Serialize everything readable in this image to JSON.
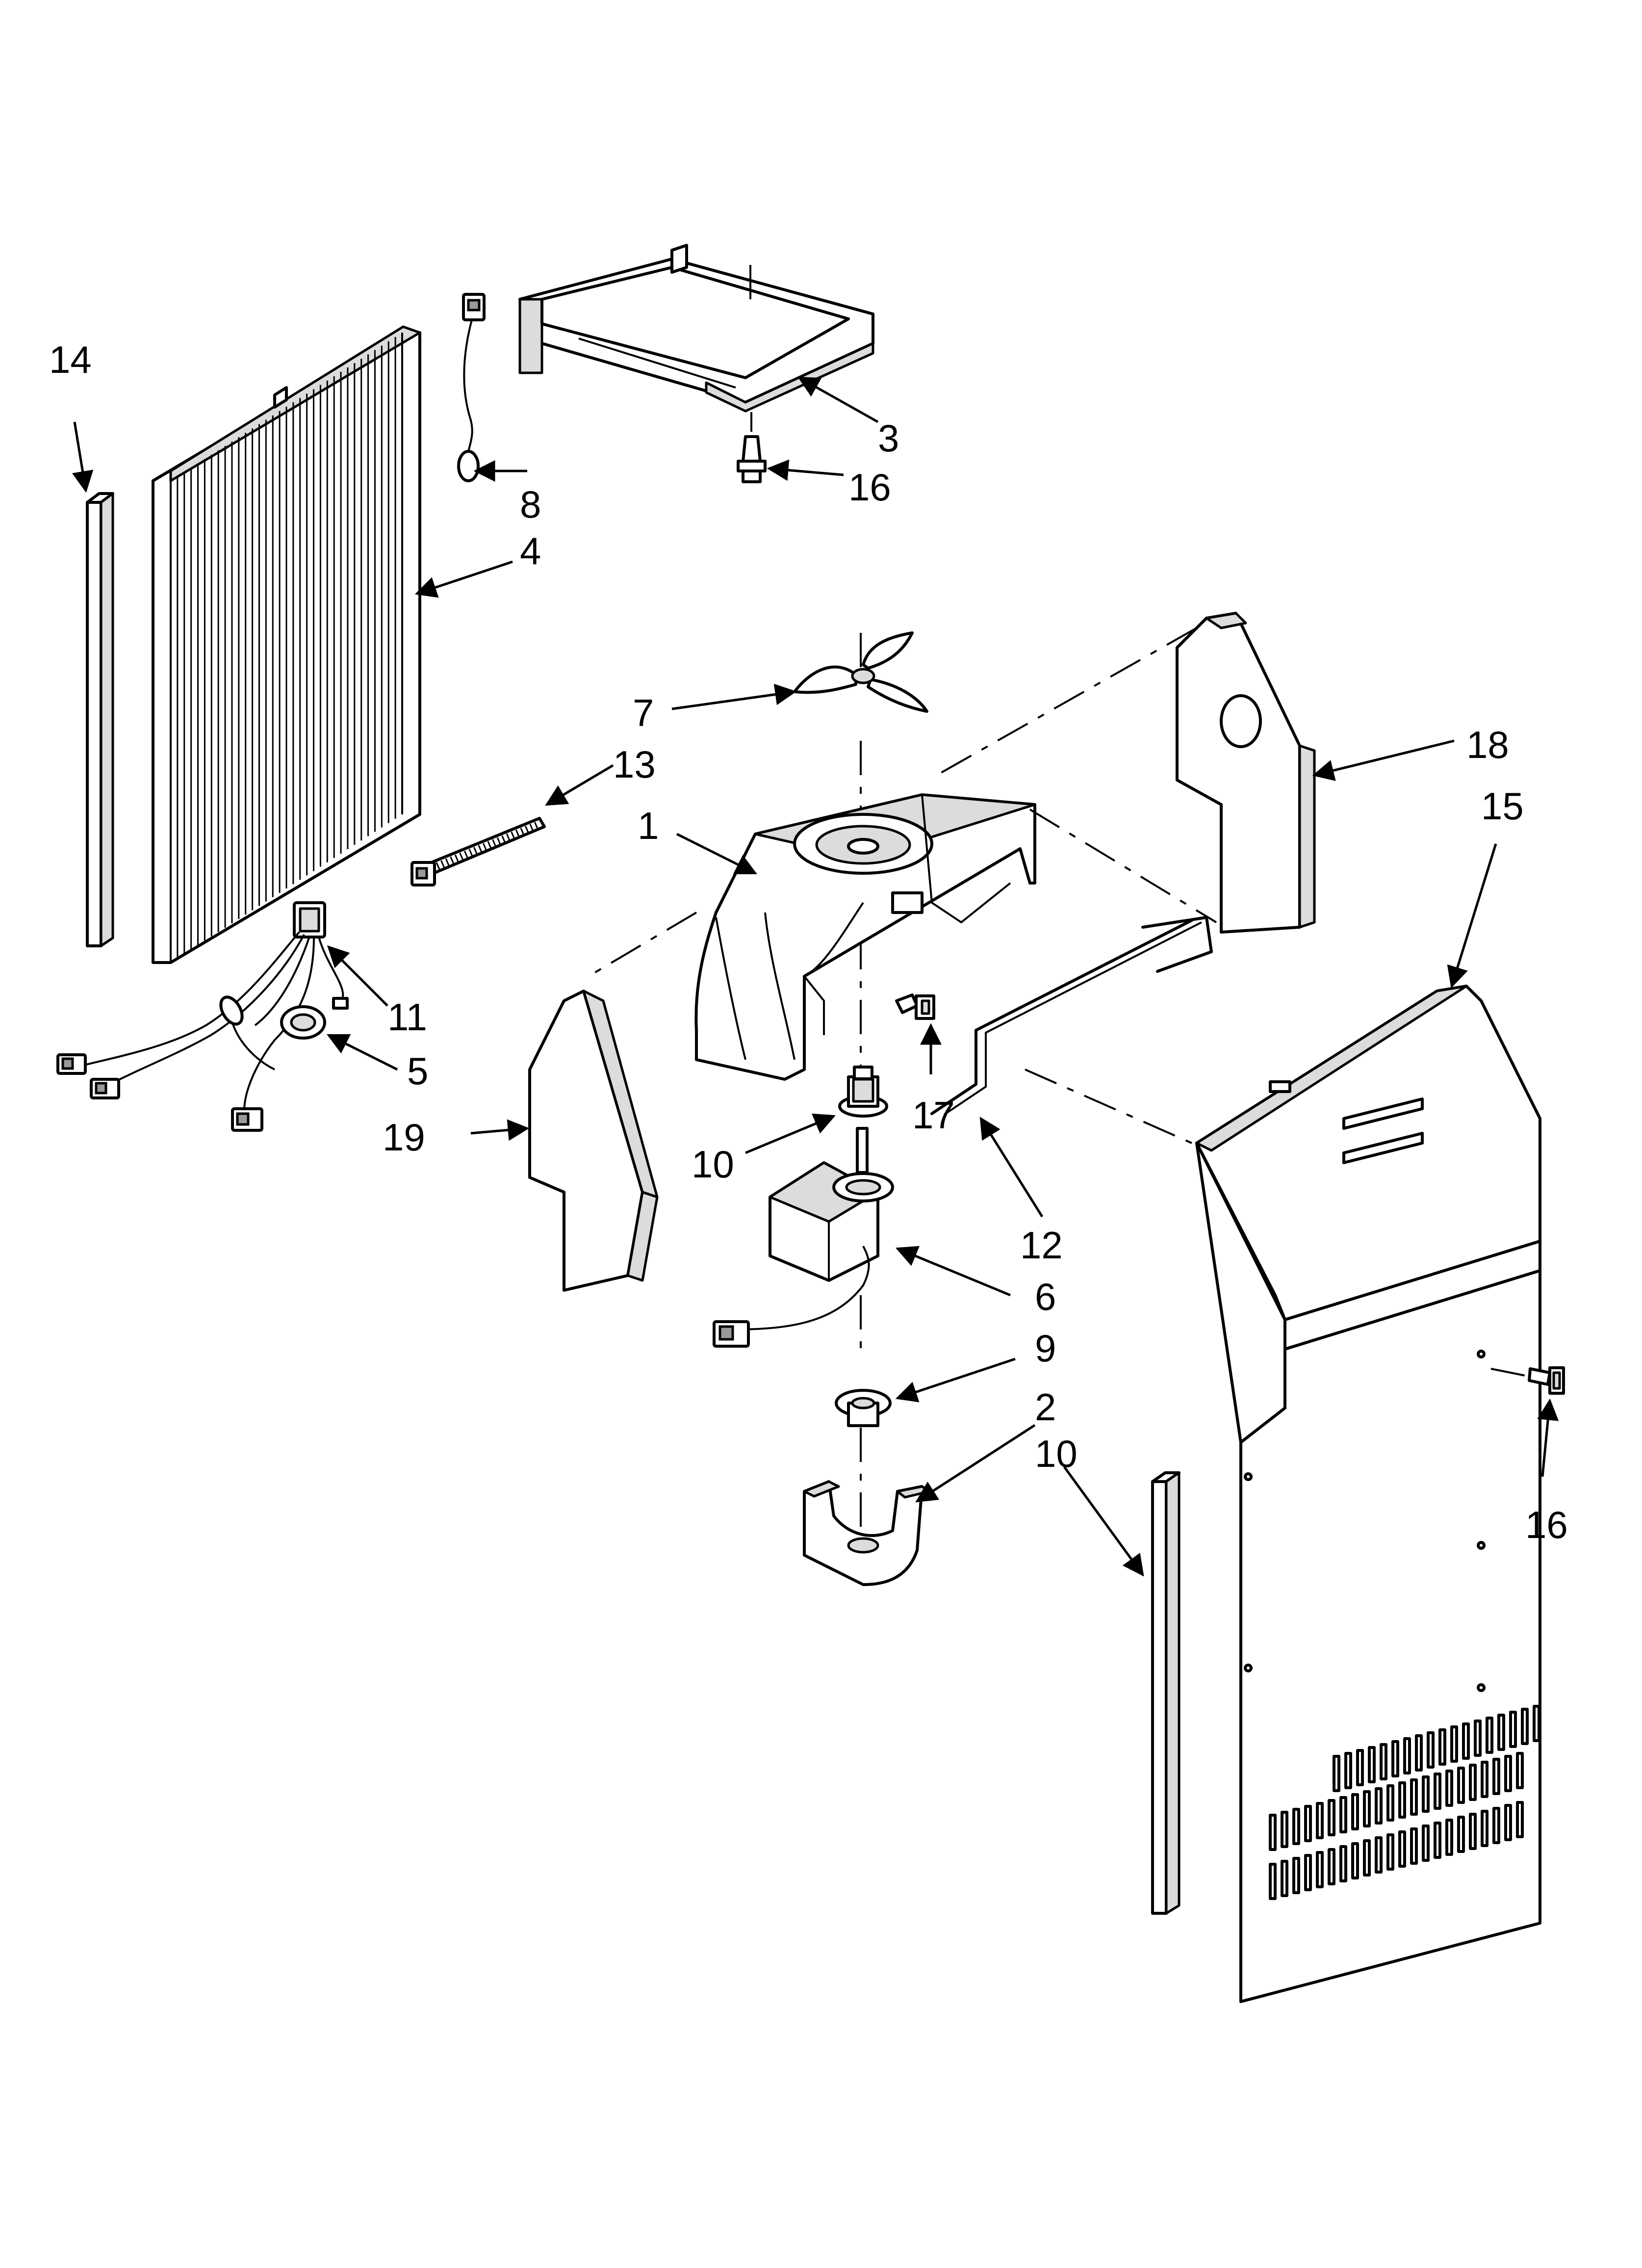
{
  "callouts": [
    "14",
    "3",
    "16",
    "8",
    "4",
    "7",
    "13",
    "18",
    "15",
    "1",
    "11",
    "5",
    "19",
    "17",
    "10",
    "12",
    "6",
    "9",
    "2",
    "10",
    "16"
  ],
  "colors": {
    "line": "#000000",
    "fill": "#ffffff",
    "shade": "#dcdcdc"
  }
}
